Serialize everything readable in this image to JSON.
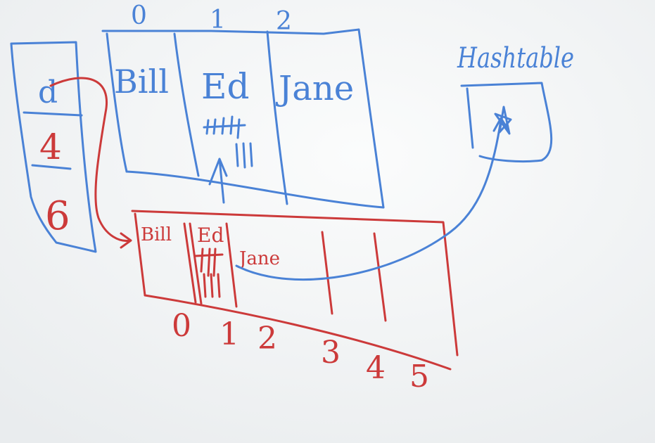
{
  "top_array": {
    "indices": [
      "0",
      "1",
      "2"
    ],
    "cells": [
      "Bill",
      "Ed",
      "Jane"
    ]
  },
  "left_box": {
    "cells": [
      "d",
      "4",
      "6"
    ]
  },
  "bottom_array": {
    "cells": [
      "Bill",
      "Ed",
      "Jane",
      "",
      "",
      ""
    ],
    "indices": [
      "0",
      "1",
      "2",
      "3",
      "4",
      "5"
    ]
  },
  "label_right": "Hashtable",
  "colors": {
    "blue": "#4a82d6",
    "red": "#cc3a3a",
    "board": "#f4f6f7"
  }
}
